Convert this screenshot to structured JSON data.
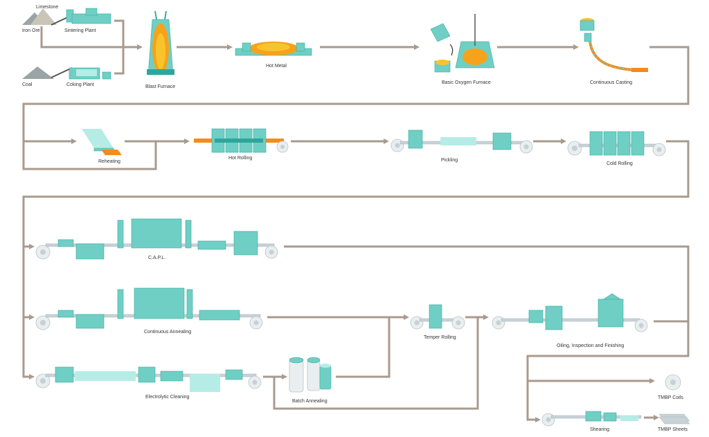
{
  "colors": {
    "flow": "#a89a8e",
    "equipment": "#6fcfc4",
    "hot_metal": "#f7a21b",
    "coil": "#e9eef0"
  },
  "labels": {
    "limestone": "Limestone",
    "iron_ore": "Iron Ore",
    "sintering_plant": "Sintering Plant",
    "coal": "Coal",
    "coking_plant": "Coking Plant",
    "blast_furnace": "Blast Furnace",
    "hot_metal": "Hot Metal",
    "bof": "Basic Oxygen Furnace",
    "continuous_casting": "Continuous Casting",
    "reheating": "Reheating",
    "hot_rolling": "Hot Rolling",
    "pickling": "Pickling",
    "cold_rolling": "Cold Rolling",
    "capl": "C.A.P.L.",
    "continuous_annealing": "Continuous Annealing",
    "temper_rolling": "Temper Rolling",
    "oiling": "Oiling, Inspection and Finishing",
    "electrolytic_cleaning": "Electrolytic Cleaning",
    "batch_annealing": "Batch Annealing",
    "tmbp_coils": "TMBP Coils",
    "shearing": "Shearing",
    "tmbp_sheets": "TMBP Sheets"
  }
}
